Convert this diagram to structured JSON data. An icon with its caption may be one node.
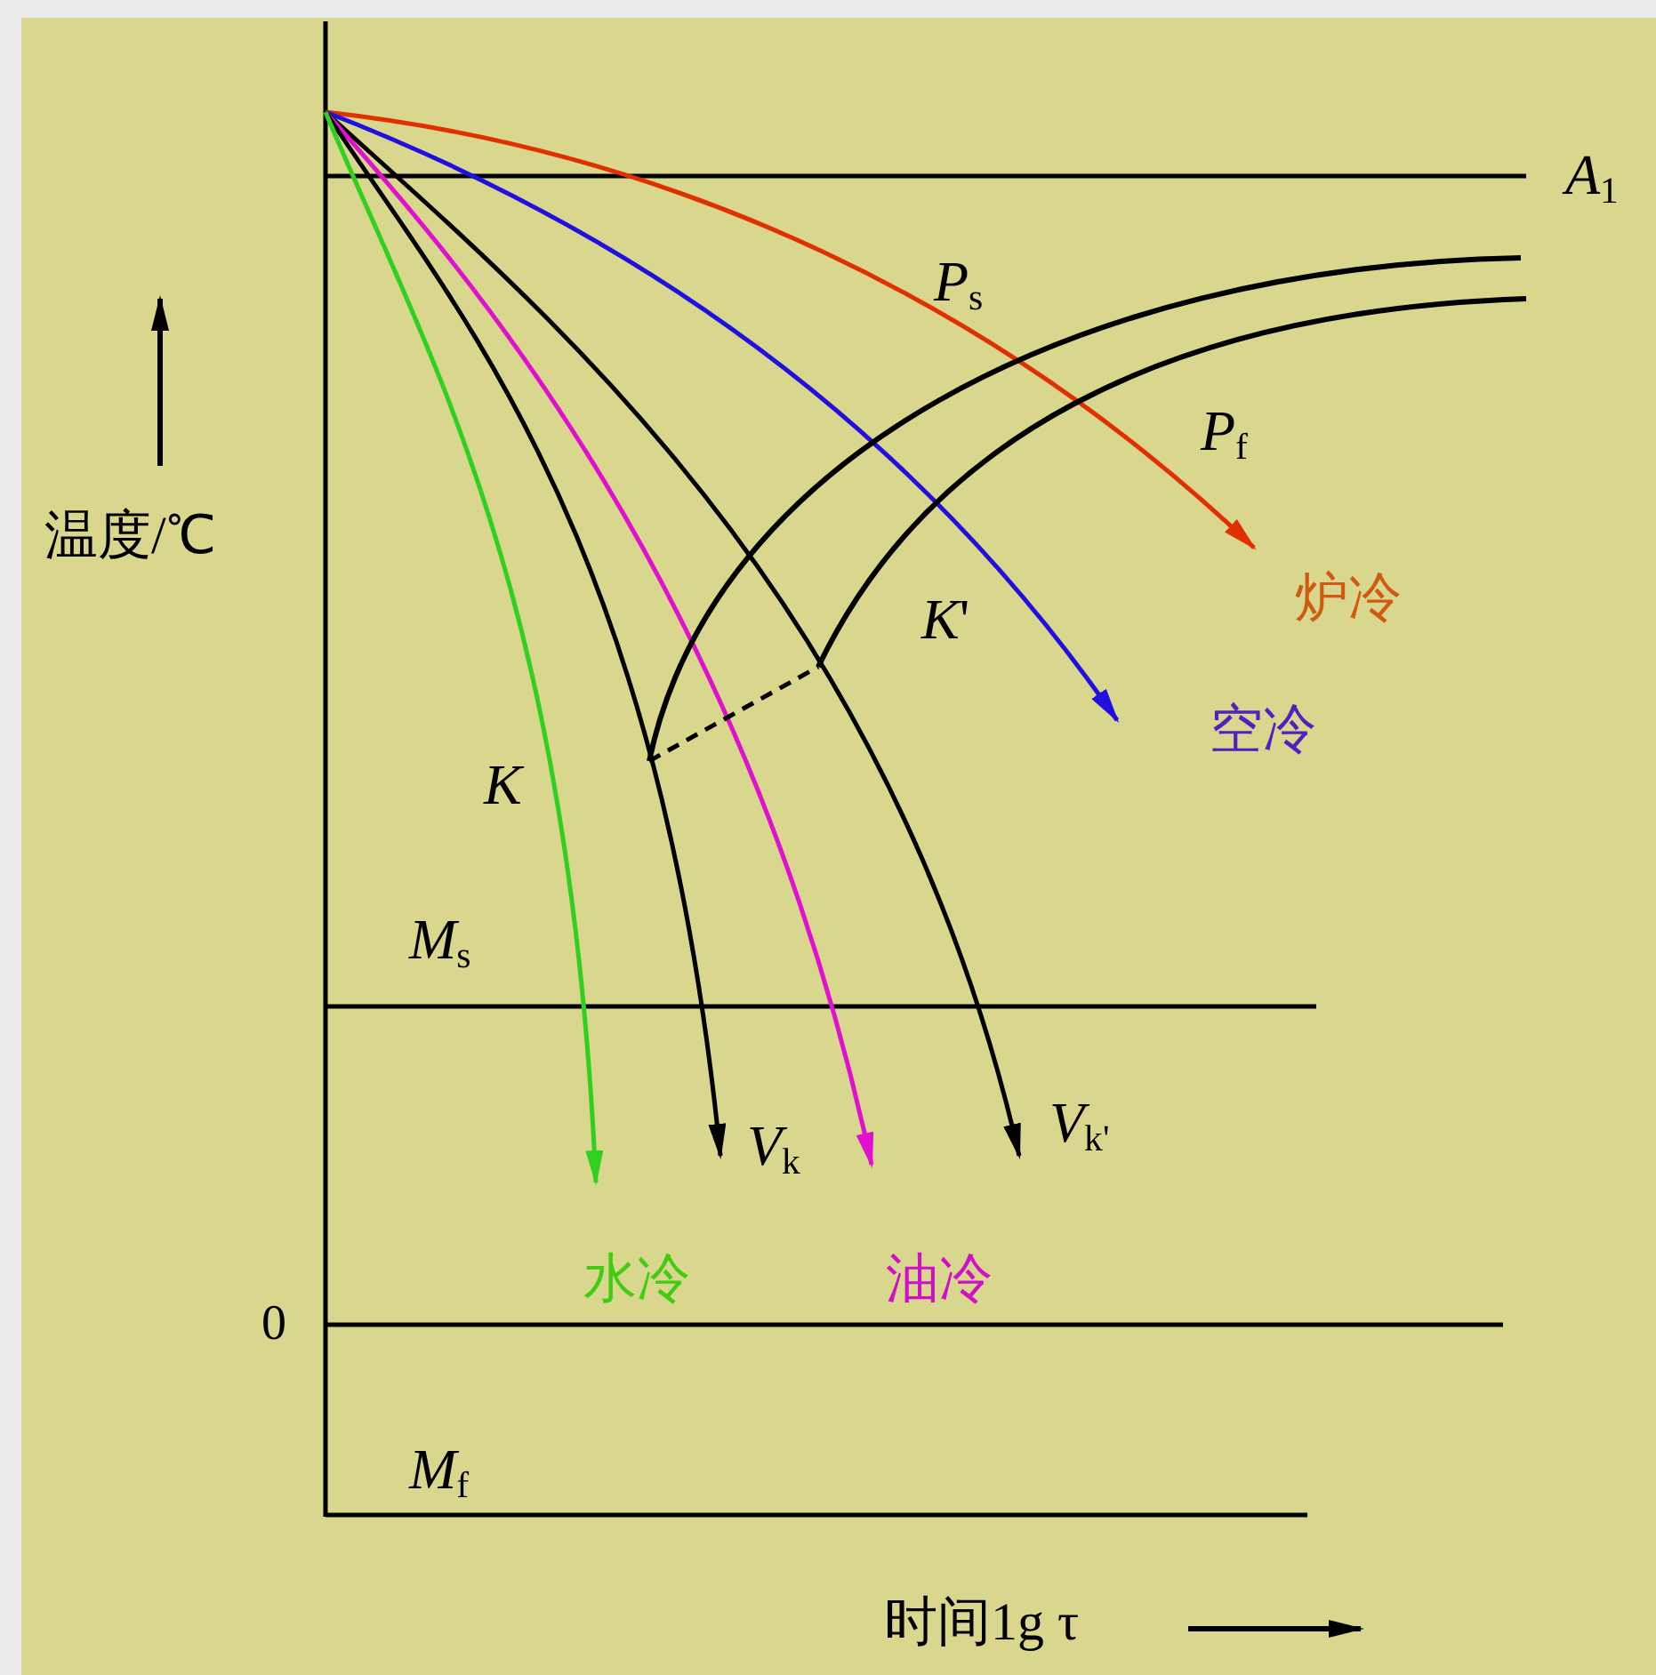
{
  "diagram": {
    "labels": [
      "温度/℃",
      "*A*$_{1}$",
      "*P*$_{s}$",
      "*P*$_{f}$",
      "炉冷",
      "*K*'",
      "空冷",
      "*K*",
      "*M*$_{s}$",
      "*V*$_{k}$",
      "*V*$_{k'}$",
      "水冷",
      "油冷",
      "0",
      "*M*$_{f}$",
      "时间1g τ"
    ]
  }
}
